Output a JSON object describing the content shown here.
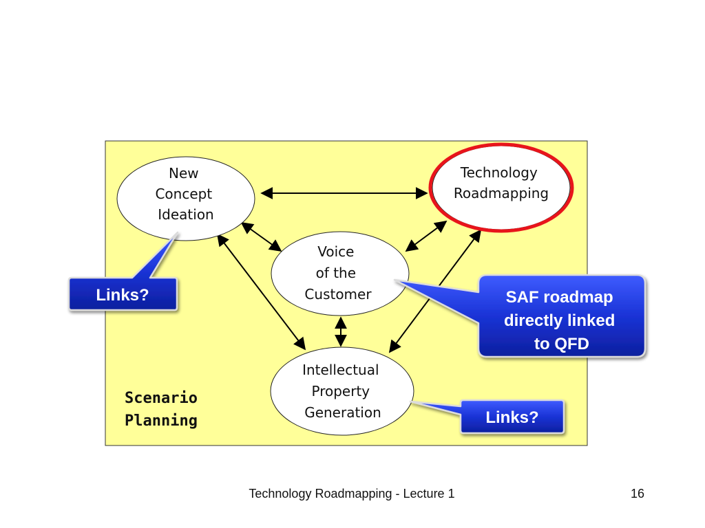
{
  "diagram": {
    "nodes": {
      "new_concept_ideation": {
        "lines": [
          "New",
          "Concept",
          "Ideation"
        ]
      },
      "technology_roadmapping": {
        "lines": [
          "Technology",
          "Roadmapping"
        ]
      },
      "voice_of_the_customer": {
        "lines": [
          "Voice",
          "of the",
          "Customer"
        ]
      },
      "intellectual_property_generation": {
        "lines": [
          "Intellectual",
          "Property",
          "Generation"
        ]
      }
    },
    "region_label": {
      "lines": [
        "Scenario",
        "Planning"
      ]
    },
    "callouts": {
      "links_left": {
        "lines": [
          "Links?"
        ]
      },
      "saf": {
        "lines": [
          "SAF roadmap",
          "directly linked",
          "to QFD"
        ]
      },
      "links_bottom": {
        "lines": [
          "Links?"
        ]
      }
    },
    "colors": {
      "panel_fill": "#ffff99",
      "callout_fill": "#1a33d6",
      "highlight_ring": "#e8141b"
    }
  },
  "footer": {
    "title": "Technology Roadmapping - Lecture 1",
    "page_number": "16"
  }
}
